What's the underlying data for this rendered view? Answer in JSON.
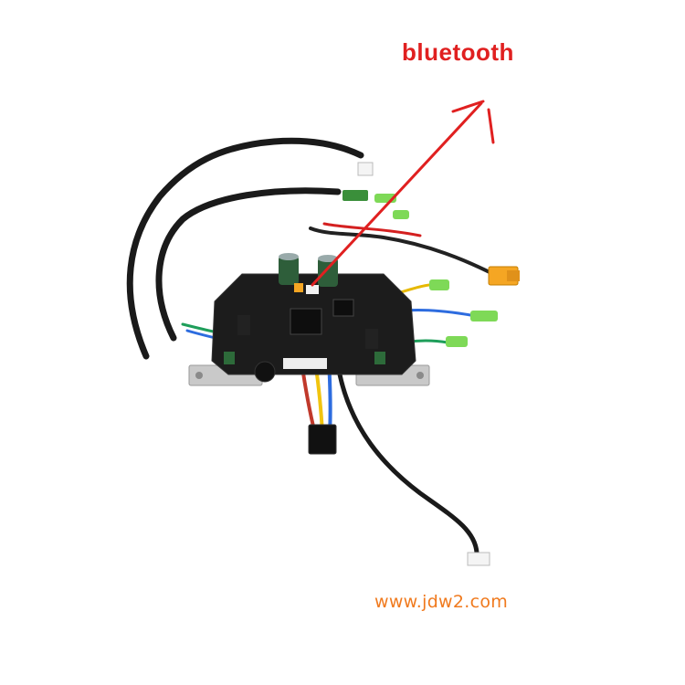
{
  "annotation": {
    "label": "bluetooth",
    "color": "#e02020"
  },
  "watermark": {
    "text": "www.jdw2.com",
    "color": "#f07a1e"
  },
  "photo": {
    "subject": "hoverboard-control-board",
    "board_color": "#1c1c1c",
    "cable_color": "#1a1a1a",
    "connector_color": "#7ed957",
    "power_plug_color": "#f5a623",
    "bracket_color": "#c9c9c9"
  }
}
